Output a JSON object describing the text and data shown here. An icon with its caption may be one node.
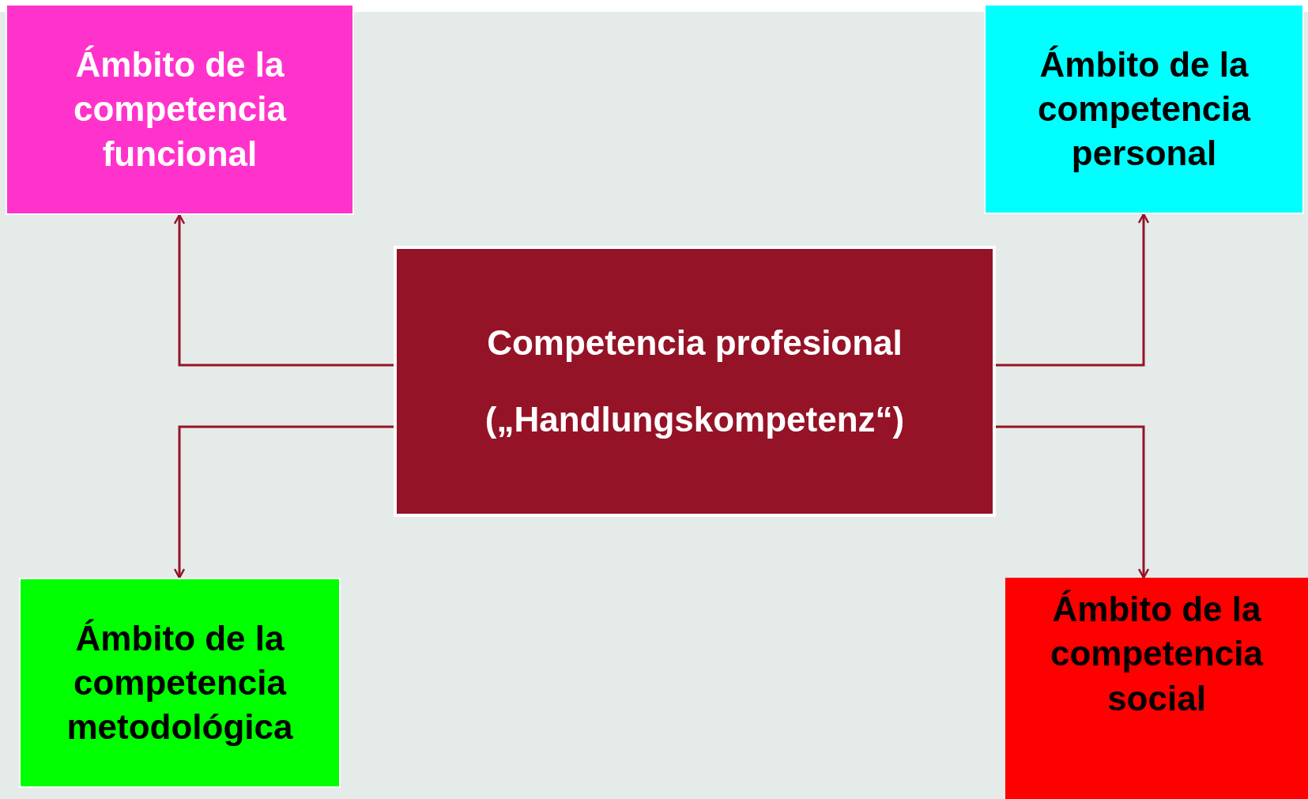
{
  "diagram": {
    "nodes": [
      {
        "text": [
          "Competencia profesional",
          "(„Handlungskompetenz“)"
        ]
      },
      {
        "text": [
          "Ámbito de la competencia funcional"
        ]
      },
      {
        "text": [
          "Ámbito de la competencia personal"
        ]
      },
      {
        "text": [
          "Ámbito de la competencia metodológica"
        ]
      },
      {
        "text": [
          "Ámbito de la competencia social"
        ]
      }
    ],
    "edges": [
      {
        "from": 0,
        "to": 1,
        "arrow": "to"
      },
      {
        "from": 0,
        "to": 2,
        "arrow": "to"
      },
      {
        "from": 0,
        "to": 3,
        "arrow": "to"
      },
      {
        "from": 0,
        "to": 4,
        "arrow": "to"
      }
    ]
  }
}
